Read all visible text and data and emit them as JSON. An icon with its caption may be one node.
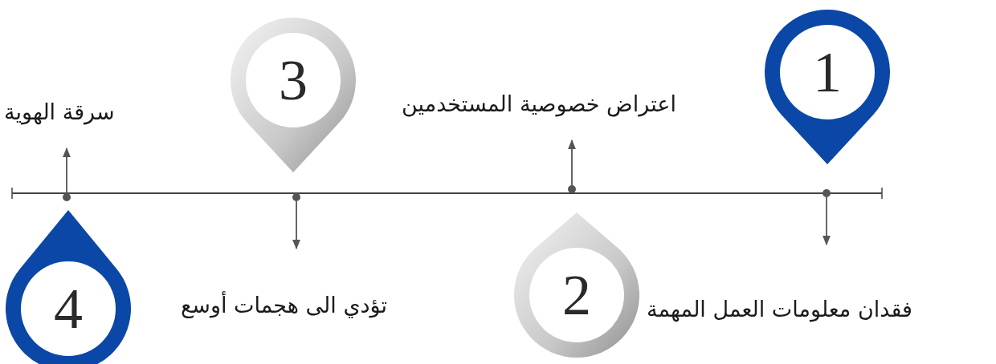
{
  "diagram": {
    "nodes": [
      {
        "text": [
          "1"
        ]
      },
      {
        "text": [
          "اعتراض خصوصية المستخدمين"
        ]
      },
      {
        "text": [
          "2"
        ]
      },
      {
        "text": [
          "فقدان معلومات العمل المهمة"
        ]
      },
      {
        "text": [
          "3"
        ]
      },
      {
        "text": [
          "تؤدي الى هجمات أوسع"
        ]
      },
      {
        "text": [
          "4"
        ]
      },
      {
        "text": [
          "سرقة الهوية"
        ]
      },
      {
        "text": [],
        "shape": "circle"
      },
      {
        "text": [],
        "shape": "circle"
      },
      {
        "text": [],
        "shape": "circle"
      },
      {
        "text": [],
        "shape": "circle"
      }
    ],
    "edges": [
      {
        "from": 8,
        "to": 3,
        "arrow": "to"
      },
      {
        "from": 9,
        "to": 1,
        "arrow": "to"
      },
      {
        "from": 10,
        "to": 5,
        "arrow": "to"
      },
      {
        "from": 11,
        "to": 7,
        "arrow": "to"
      }
    ]
  }
}
